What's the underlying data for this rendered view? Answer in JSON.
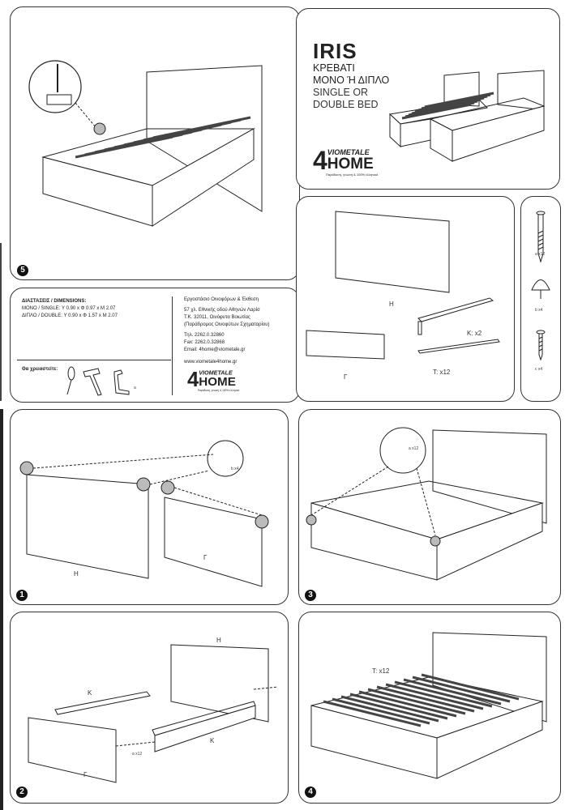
{
  "title": {
    "product": "IRIS",
    "greek_line1": "ΚΡΕΒΑΤΙ",
    "greek_line2": "ΜΟΝΟ Ή ΔΙΠΛΟ",
    "english_line1": "SINGLE OR",
    "english_line2": "DOUBLE BED"
  },
  "logo": {
    "digit": "4",
    "brand": "VIOMETALE",
    "word": "HOME",
    "tagline": "Παράδοση, γνώση & 100% ελληνικό"
  },
  "dimensions": {
    "heading": "ΔΙΑΣΤΑΣΕΙΣ / DIMENSIONS:",
    "single": "ΜΟΝΟ / SINGLE: Υ 0.90 x Φ 0.97 x Μ 2.07",
    "double": "ΔΙΠΛΟ / DOUBLE: Υ 0.90 x Φ 1.57 x Μ 2.07",
    "tools_label": "Θα χρειαστείτε:",
    "allen_key_label": "a"
  },
  "contact": {
    "company": "Εργοστάσιο Οινοφόρων & Έκθεση",
    "address1": "57 χλ. Εθνικής οδού Αθηνών Λαρίσ",
    "address2": "Τ.Κ. 32011, Οινόφυτα Βοιωτίας",
    "address3": "(Παράδρομος Οινοφύτων Σχηματαρίου)",
    "phone": "Τηλ. 2262.0.32860",
    "fax": "Fax: 2262.0.32868",
    "email": "Email: 4home@viometale.gr",
    "website": "www.viometale4home.gr"
  },
  "parts": {
    "headboard": "H",
    "footboard": "Γ",
    "rails": "K: x2",
    "slats": "T: x12"
  },
  "hardware": [
    {
      "icon": "long-screw",
      "label": "a x12"
    },
    {
      "icon": "cap-nut",
      "label": "b x4"
    },
    {
      "icon": "short-screw",
      "label": "c x4"
    }
  ],
  "steps": {
    "step1": {
      "number": "1",
      "label_h": "H",
      "label_g": "Γ",
      "hardware": "b x4"
    },
    "step2": {
      "number": "2",
      "label_h": "H",
      "label_k1": "K",
      "label_k2": "K",
      "label_g": "Γ",
      "hardware": "a x12"
    },
    "step3": {
      "number": "3",
      "hardware": "a x12"
    },
    "step4": {
      "number": "4",
      "label_t": "T: x12"
    },
    "step5": {
      "number": "5"
    }
  }
}
